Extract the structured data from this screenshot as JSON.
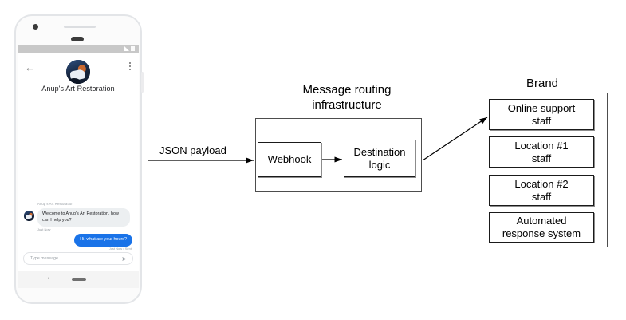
{
  "phone": {
    "status_icons": [
      "signal-icon",
      "battery-icon"
    ],
    "header": {
      "back_icon": "back-arrow-icon",
      "menu_icon": "kebab-menu-icon",
      "avatar": "brand-avatar-image",
      "brand_title": "Anup's Art Restoration"
    },
    "conversation": [
      {
        "sender_label": "Anup's Art Restoration",
        "text": "Welcome to Anup's Art Restoration, how can I help you?",
        "meta": "Just Now",
        "direction": "incoming"
      },
      {
        "text": "Hi, what are your hours?",
        "meta": "Just Now • Sent",
        "direction": "outgoing"
      }
    ],
    "composer": {
      "placeholder": "Type message",
      "send_icon": "send-icon"
    },
    "navbar": {
      "back_icon": "nav-back-icon",
      "home_icon": "nav-home-pill-icon"
    }
  },
  "diagram": {
    "flow_label": "JSON payload",
    "infrastructure": {
      "title": "Message routing\ninfrastructure",
      "title_line1": "Message routing",
      "title_line2": "infrastructure",
      "nodes": [
        {
          "label": "Webhook"
        },
        {
          "label_line1": "Destination",
          "label_line2": "logic"
        }
      ]
    },
    "brand": {
      "title": "Brand",
      "nodes": [
        {
          "line1": "Online support",
          "line2": "staff"
        },
        {
          "line1": "Location #1",
          "line2": "staff"
        },
        {
          "line1": "Location #2",
          "line2": "staff"
        },
        {
          "line1": "Automated",
          "line2": "response system"
        }
      ]
    }
  },
  "colors": {
    "outgoing_bubble": "#1a73e8",
    "incoming_bubble": "#eceff1",
    "stroke": "#000000",
    "outer_stroke": "#4d4d4d",
    "status_bar": "#c8c8c8",
    "page_background": "#ffffff"
  }
}
